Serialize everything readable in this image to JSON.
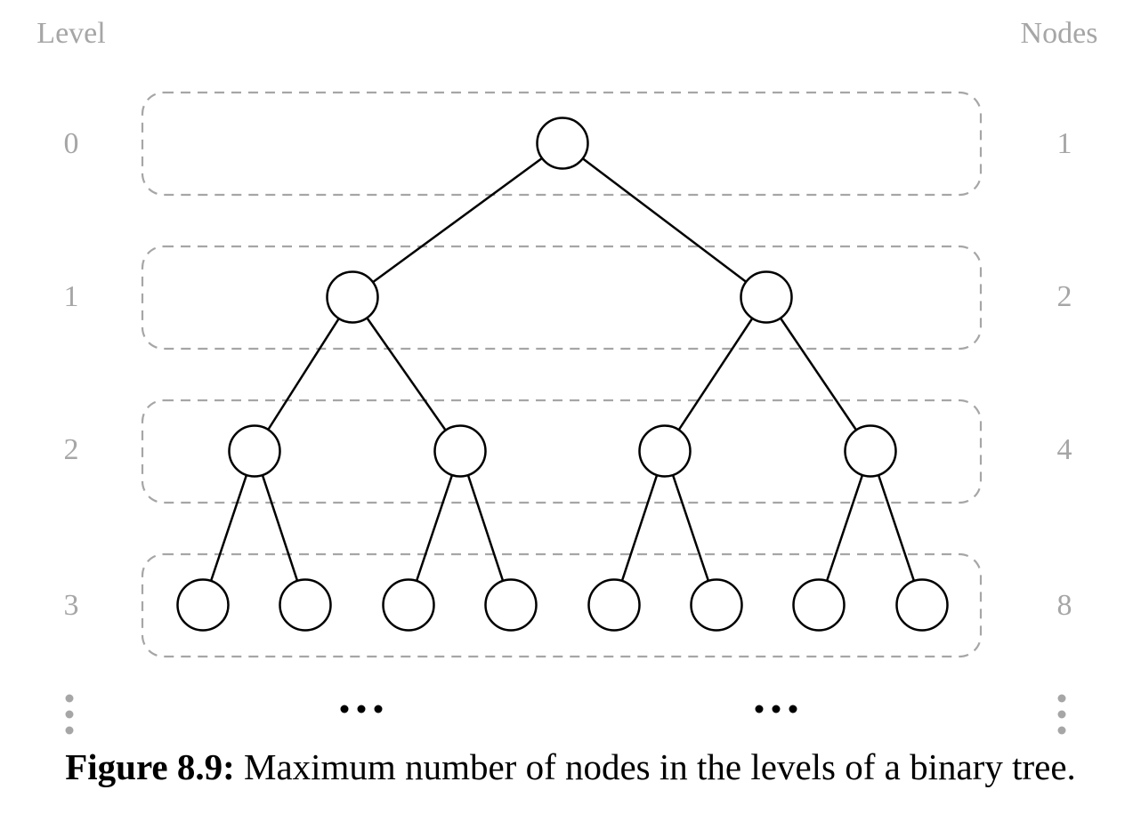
{
  "headers": {
    "level": "Level",
    "nodes": "Nodes"
  },
  "levels": [
    {
      "level": "0",
      "nodes": "1"
    },
    {
      "level": "1",
      "nodes": "2"
    },
    {
      "level": "2",
      "nodes": "4"
    },
    {
      "level": "3",
      "nodes": "8"
    }
  ],
  "caption": {
    "label": "Figure 8.9:",
    "text": "Maximum number of nodes in the levels of a binary tree."
  }
}
